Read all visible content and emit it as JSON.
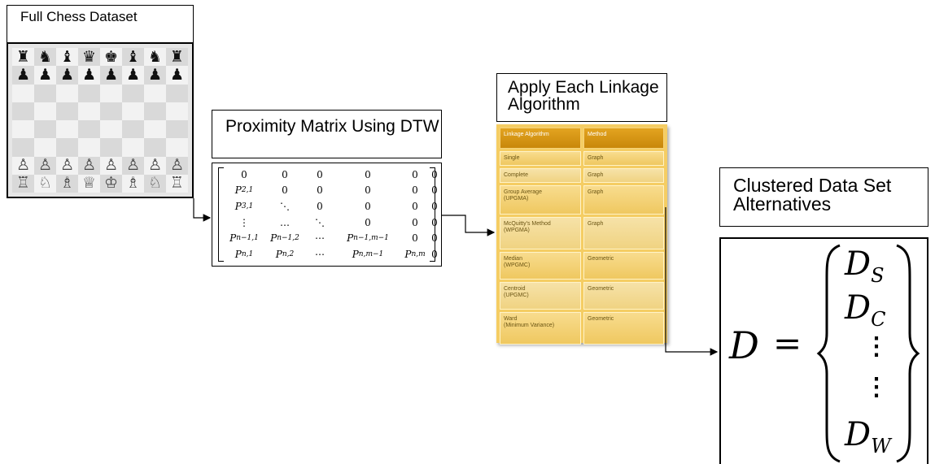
{
  "labels": {
    "chess_title": "Full Chess Dataset",
    "matrix_title": "Proximity Matrix Using DTW",
    "linkage_title": "Apply Each Linkage Algorithm",
    "result_title": "Clustered Data Set Alternatives"
  },
  "chess_board": {
    "ranks": [
      [
        "♜",
        "♞",
        "♝",
        "♛",
        "♚",
        "♝",
        "♞",
        "♜"
      ],
      [
        "♟",
        "♟",
        "♟",
        "♟",
        "♟",
        "♟",
        "♟",
        "♟"
      ],
      [
        "",
        "",
        "",
        "",
        "",
        "",
        "",
        ""
      ],
      [
        "",
        "",
        "",
        "",
        "",
        "",
        "",
        ""
      ],
      [
        "",
        "",
        "",
        "",
        "",
        "",
        "",
        ""
      ],
      [
        "",
        "",
        "",
        "",
        "",
        "",
        "",
        ""
      ],
      [
        "♙",
        "♙",
        "♙",
        "♙",
        "♙",
        "♙",
        "♙",
        "♙"
      ],
      [
        "♖",
        "♘",
        "♗",
        "♕",
        "♔",
        "♗",
        "♘",
        "♖"
      ]
    ]
  },
  "matrix": {
    "rows": [
      [
        {
          "t": "0"
        },
        {
          "t": "0"
        },
        {
          "t": "0"
        },
        {
          "t": "0"
        },
        {
          "t": "0"
        },
        {
          "t": "0"
        }
      ],
      [
        {
          "b": "P",
          "s": "2,1"
        },
        {
          "t": "0"
        },
        {
          "t": "0"
        },
        {
          "t": "0"
        },
        {
          "t": "0"
        },
        {
          "t": "0"
        }
      ],
      [
        {
          "b": "P",
          "s": "3,1"
        },
        {
          "t": "⋱"
        },
        {
          "t": "0"
        },
        {
          "t": "0"
        },
        {
          "t": "0"
        },
        {
          "t": "0"
        }
      ],
      [
        {
          "t": "⋮"
        },
        {
          "t": "…"
        },
        {
          "t": "⋱"
        },
        {
          "t": "0"
        },
        {
          "t": "0"
        },
        {
          "t": "0"
        }
      ],
      [
        {
          "b": "P",
          "s": "n−1,1"
        },
        {
          "b": "P",
          "s": "n−1,2"
        },
        {
          "t": "⋯"
        },
        {
          "b": "P",
          "s": "n−1,m−1"
        },
        {
          "t": "0"
        },
        {
          "t": "0"
        }
      ],
      [
        {
          "b": "P",
          "s": "n,1"
        },
        {
          "b": "P",
          "s": "n,2"
        },
        {
          "t": "⋯"
        },
        {
          "b": "P",
          "s": "n,m−1"
        },
        {
          "b": "P",
          "s": "n,m"
        },
        {
          "t": "0"
        }
      ]
    ]
  },
  "linkage_table": {
    "headers": [
      "Linkage Algorithm",
      "Method"
    ],
    "rows": [
      [
        "Single",
        "Graph"
      ],
      [
        "Complete",
        "Graph"
      ],
      [
        "Group Average\n(UPGMA)",
        "Graph"
      ],
      [
        "McQuitty's Method\n(WPGMA)",
        "Graph"
      ],
      [
        "Median\n(WPGMC)",
        "Geometric"
      ],
      [
        "Centroid\n(UPGMC)",
        "Geometric"
      ],
      [
        "Ward\n(Minimum Variance)",
        "Geometric"
      ]
    ]
  },
  "result": {
    "lhs": "D",
    "equals": "=",
    "elements": [
      {
        "base": "D",
        "sub": "S"
      },
      {
        "base": "D",
        "sub": "C"
      },
      {
        "base": "⋮",
        "sub": ""
      },
      {
        "base": "⋮",
        "sub": ""
      },
      {
        "base": "D",
        "sub": "W"
      }
    ]
  }
}
